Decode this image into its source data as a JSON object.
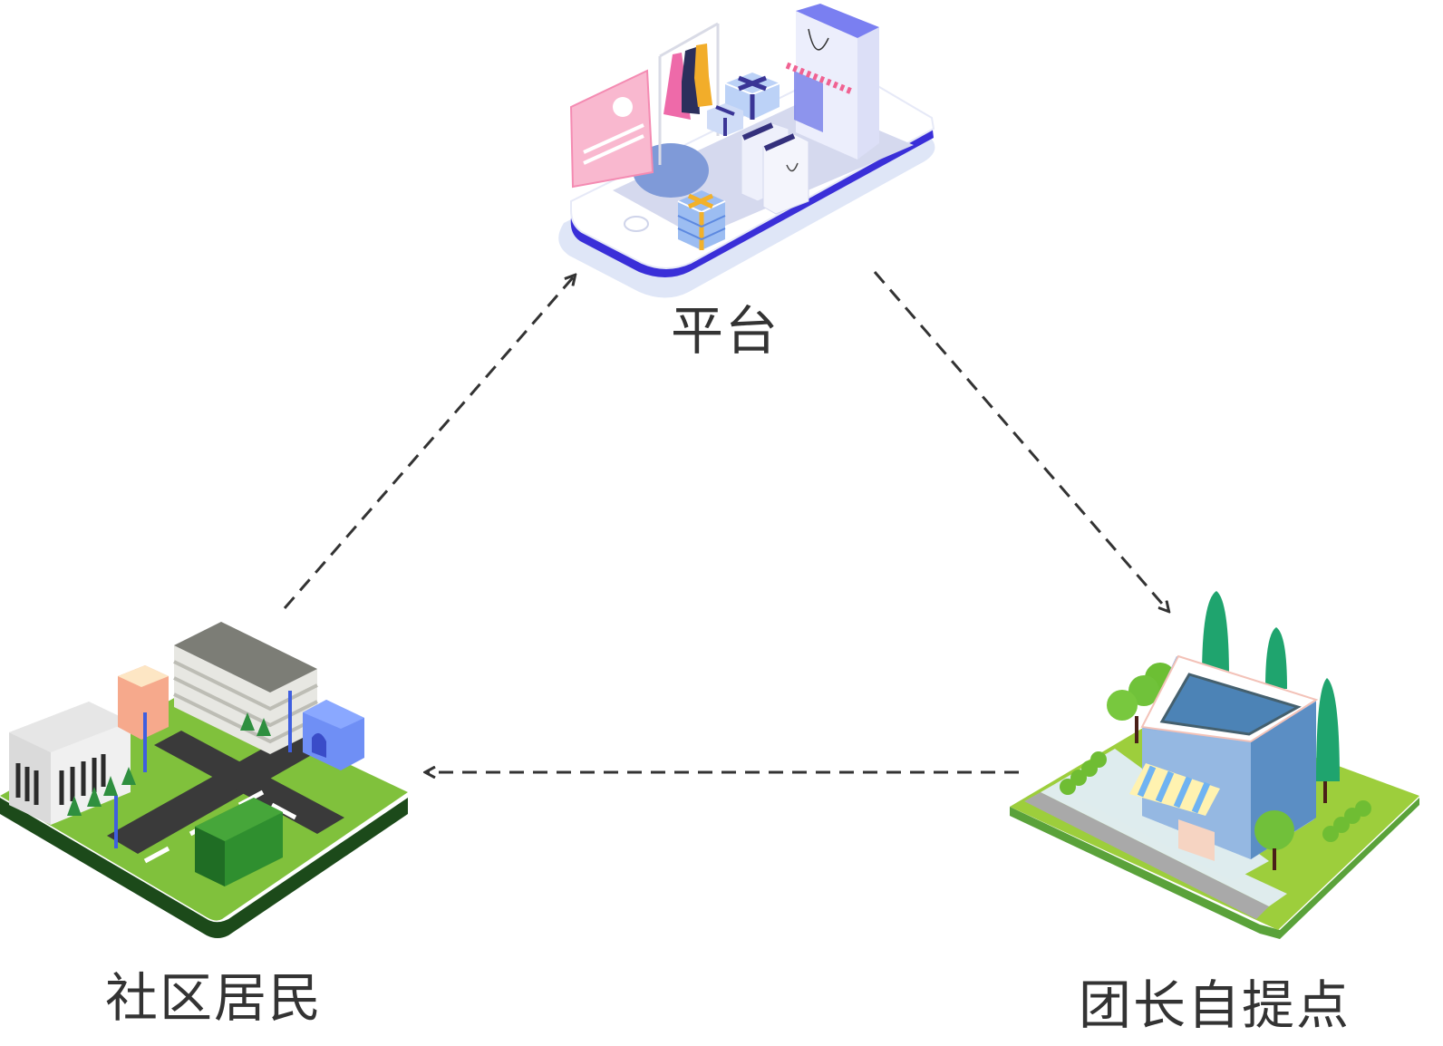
{
  "diagram": {
    "type": "cycle-flow",
    "nodes": [
      {
        "id": "platform",
        "label": "平台",
        "icon": "phone-shop-icon"
      },
      {
        "id": "pickup",
        "label": "团长自提点",
        "icon": "storefront-icon"
      },
      {
        "id": "residents",
        "label": "社区居民",
        "icon": "community-block-icon"
      }
    ],
    "edges": [
      {
        "from": "residents",
        "to": "platform",
        "style": "dashed-arrow"
      },
      {
        "from": "platform",
        "to": "pickup",
        "style": "dashed-arrow"
      },
      {
        "from": "pickup",
        "to": "residents",
        "style": "dashed-arrow"
      }
    ],
    "colors": {
      "arrow": "#333333",
      "label": "#333333",
      "phone_accent": "#3b2fd9",
      "grass": "#7cc23a",
      "building_blue": "#5b8ec4"
    }
  }
}
